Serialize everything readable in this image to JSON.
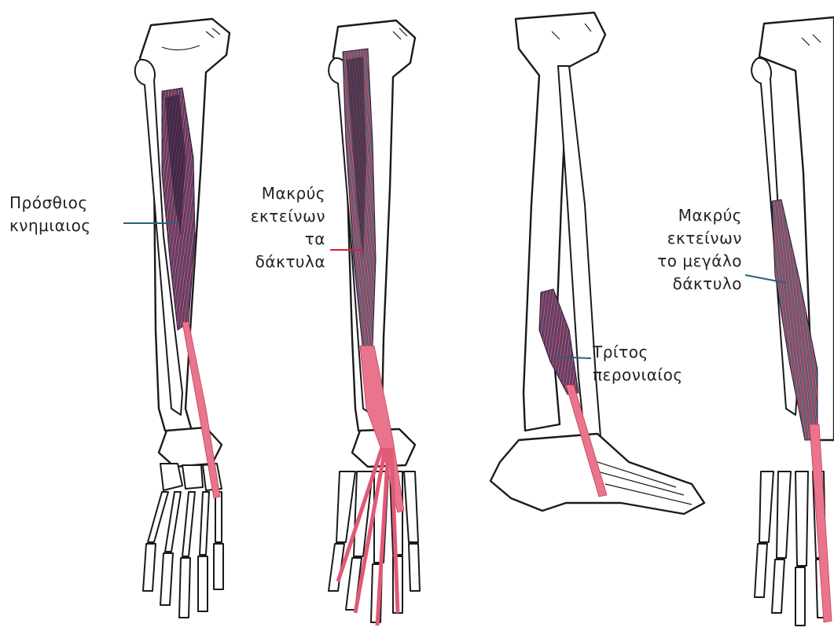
{
  "colors": {
    "background": "#ffffff",
    "bone_outline": "#1a1a1a",
    "muscle_belly": "#3a2a4a",
    "muscle_fiber": "#e8607a",
    "tendon": "#e9758c",
    "leader_line_blue": "#2b5f7a",
    "leader_line_red": "#d8203a",
    "label_text": "#222222"
  },
  "labels": {
    "tibialis_anterior": {
      "line1": "Πρόσθιος",
      "line2": "κνημιαιος"
    },
    "extensor_digitorum_longus": {
      "line1": "Μακρύς",
      "line2": "εκτείνων",
      "line3": "τα",
      "line4": "δάκτυλα"
    },
    "fibularis_tertius": {
      "line1": "Τρίτος",
      "line2": "περονιαίος"
    },
    "extensor_hallucis_longus": {
      "line1": "Μακρύς",
      "line2": "εκτείνων",
      "line3": "το μεγάλο",
      "line4": "δάκτυλο"
    }
  }
}
